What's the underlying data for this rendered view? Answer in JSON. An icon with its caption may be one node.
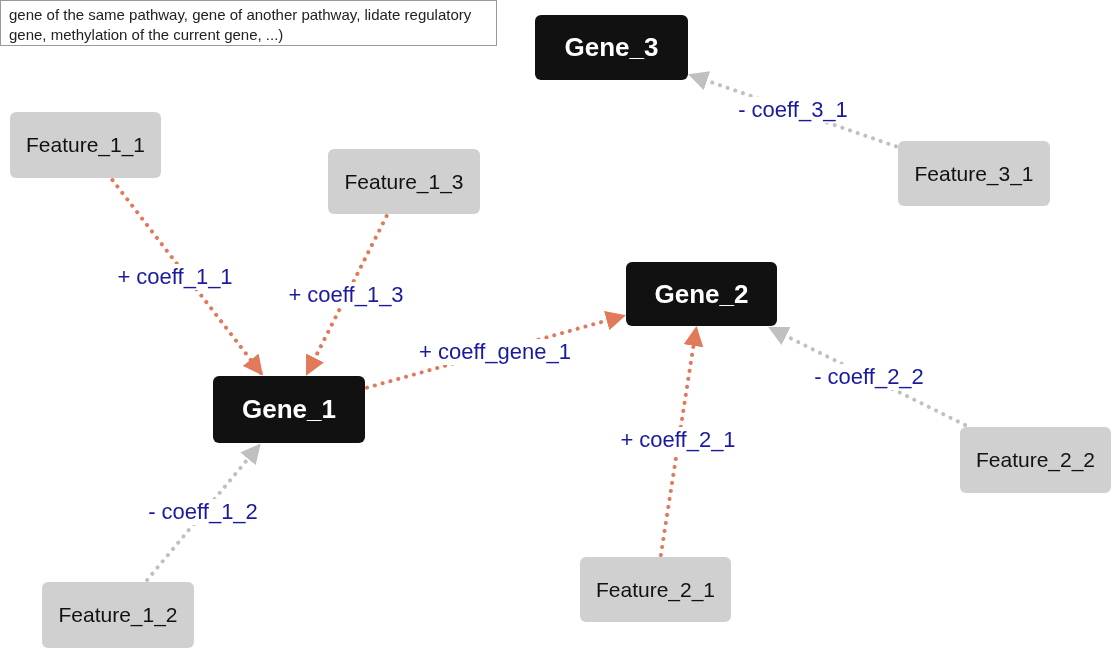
{
  "diagram": {
    "nodes": [
      {
        "text": [
          "gene of the same pathway, gene of another pathway, lidate regulatory gene, methylation of the current gene, ...)"
        ]
      },
      {
        "text": [
          "Gene_3"
        ]
      },
      {
        "text": [
          "Feature_1_1"
        ]
      },
      {
        "text": [
          "Feature_1_3"
        ]
      },
      {
        "text": [
          "Feature_3_1"
        ]
      },
      {
        "text": [
          "Gene_2"
        ]
      },
      {
        "text": [
          "Gene_1"
        ]
      },
      {
        "text": [
          "Feature_2_2"
        ]
      },
      {
        "text": [
          "Feature_2_1"
        ]
      },
      {
        "text": [
          "Feature_1_2"
        ]
      }
    ],
    "edges": [
      {
        "from": 4,
        "to": 1,
        "arrow": "to",
        "label": "- coeff_3_1",
        "color": "#c0c0c0"
      },
      {
        "from": 2,
        "to": 6,
        "arrow": "to",
        "label": "+ coeff_1_1",
        "color": "#e07a5a"
      },
      {
        "from": 3,
        "to": 6,
        "arrow": "to",
        "label": "+ coeff_1_3",
        "color": "#e07a5a"
      },
      {
        "from": 6,
        "to": 5,
        "arrow": "to",
        "label": "+ coeff_gene_1",
        "color": "#e07a5a"
      },
      {
        "from": 7,
        "to": 5,
        "arrow": "to",
        "label": "- coeff_2_2",
        "color": "#c0c0c0"
      },
      {
        "from": 8,
        "to": 5,
        "arrow": "to",
        "label": "+ coeff_2_1",
        "color": "#e07a5a"
      },
      {
        "from": 9,
        "to": 6,
        "arrow": "to",
        "label": "- coeff_1_2",
        "color": "#c0c0c0"
      }
    ]
  }
}
